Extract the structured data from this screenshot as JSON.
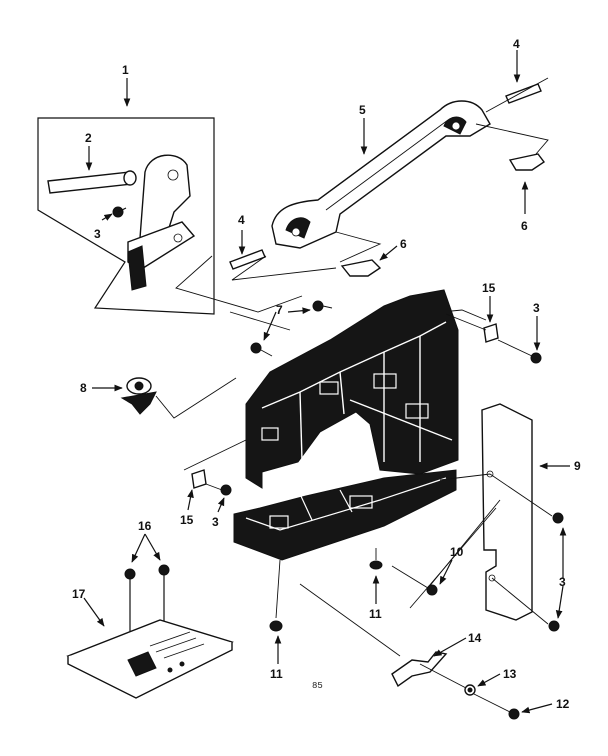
{
  "callouts": {
    "c1": "1",
    "c2": "2",
    "c3a": "3",
    "c4a": "4",
    "c4b": "4",
    "c5": "5",
    "c6a": "6",
    "c6b": "6",
    "c7": "7",
    "c8": "8",
    "c15a": "15",
    "c3b": "3",
    "c9": "9",
    "c15b": "15",
    "c3c": "3",
    "c16": "16",
    "c17": "17",
    "c10": "10",
    "c11a": "11",
    "c11b": "11",
    "c3d": "3",
    "c14": "14",
    "c13": "13",
    "c12": "12"
  },
  "drawing_code": "85"
}
